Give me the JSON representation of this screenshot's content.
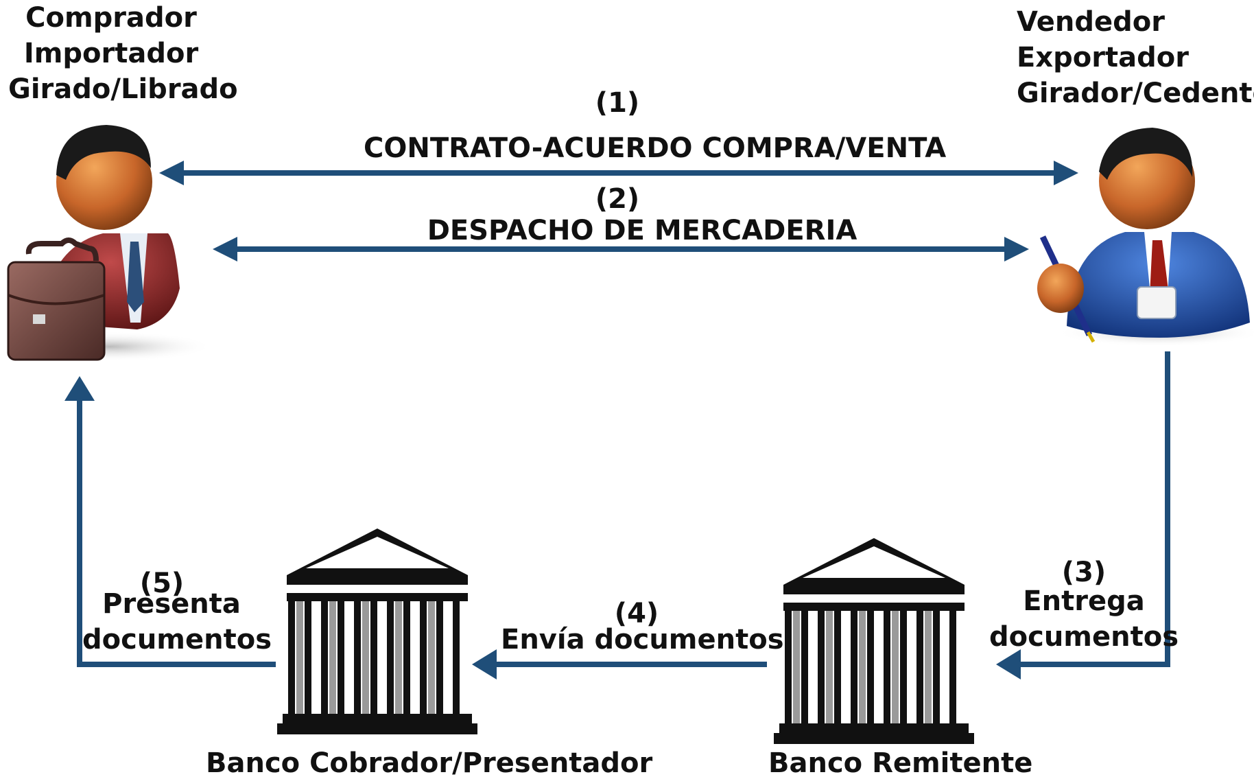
{
  "buyer": {
    "lines": [
      "Comprador",
      "Importador",
      "Girado/Librado"
    ]
  },
  "seller": {
    "lines": [
      "Vendedor",
      "Exportador",
      "Girador/Cedente"
    ]
  },
  "steps": [
    {
      "number": "(1)",
      "label": "CONTRATO-ACUERDO COMPRA/VENTA"
    },
    {
      "number": "(2)",
      "label": "DESPACHO DE MERCADERIA"
    },
    {
      "number": "(3)",
      "label_lines": [
        "Entrega",
        "documentos"
      ]
    },
    {
      "number": "(4)",
      "label": "Envía documentos"
    },
    {
      "number": "(5)",
      "label_lines": [
        "Presenta",
        "documentos"
      ]
    }
  ],
  "banks": {
    "collecting": "Banco Cobrador/Presentador",
    "remitting": "Banco Remitente"
  },
  "icons": {
    "buyer": "businessman-with-briefcase-icon",
    "seller": "businessman-with-pen-icon",
    "bank": "bank-building-icon"
  },
  "colors": {
    "arrow": "#1f4e79"
  }
}
